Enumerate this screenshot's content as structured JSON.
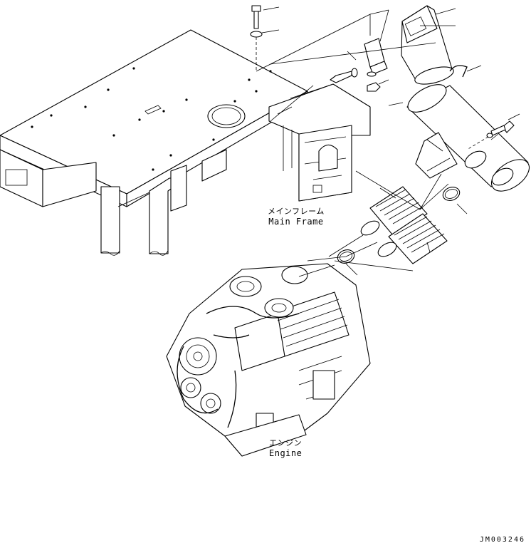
{
  "labels": {
    "main_frame_jp": "メインフレーム",
    "main_frame_en": "Main Frame",
    "engine_jp": "エンジン",
    "engine_en": "Engine"
  },
  "drawing_id": "JM003246",
  "colors": {
    "line": "#000000",
    "background": "#ffffff"
  }
}
